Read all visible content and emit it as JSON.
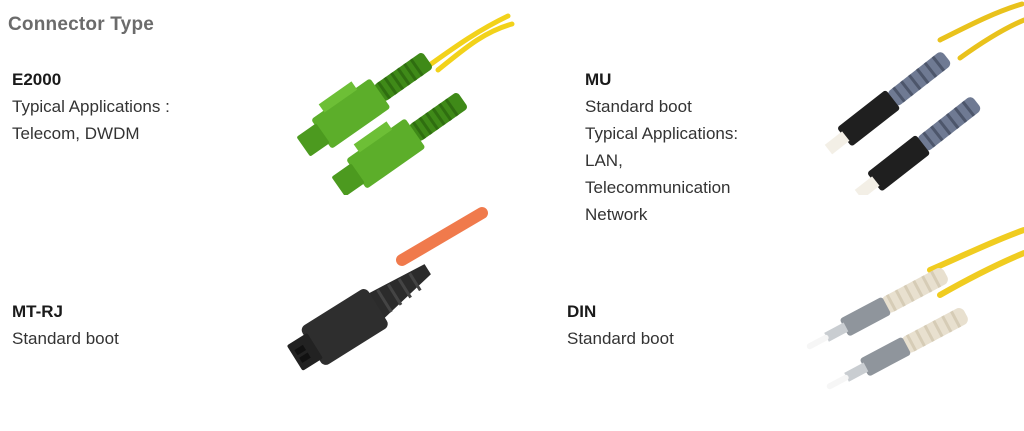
{
  "header": {
    "title": "Connector Type"
  },
  "connectors": [
    {
      "name": "E2000",
      "lines": [
        "Typical Applications :",
        "Telecom,  DWDM"
      ]
    },
    {
      "name": "MU",
      "lines": [
        "Standard boot",
        "Typical Applications:",
        "LAN,",
        "Telecommunication",
        "Network"
      ]
    },
    {
      "name": "MT-RJ",
      "lines": [
        "Standard boot"
      ]
    },
    {
      "name": "DIN",
      "lines": [
        "Standard boot"
      ]
    }
  ],
  "images": {
    "e2000": {
      "icon": "e2000-connector-icon",
      "boot_color": "#4c9a1f",
      "cable_color": "#f2d21a"
    },
    "mu": {
      "icon": "mu-connector-icon",
      "boot_color": "#6f7a93",
      "cable_color": "#e9c21c"
    },
    "mtrj": {
      "icon": "mtrj-connector-icon",
      "boot_color": "#2b2b2b",
      "cable_color": "#f07a4c"
    },
    "din": {
      "icon": "din-connector-icon",
      "boot_color": "#e8e0cf",
      "cable_color": "#f0cc20"
    }
  }
}
